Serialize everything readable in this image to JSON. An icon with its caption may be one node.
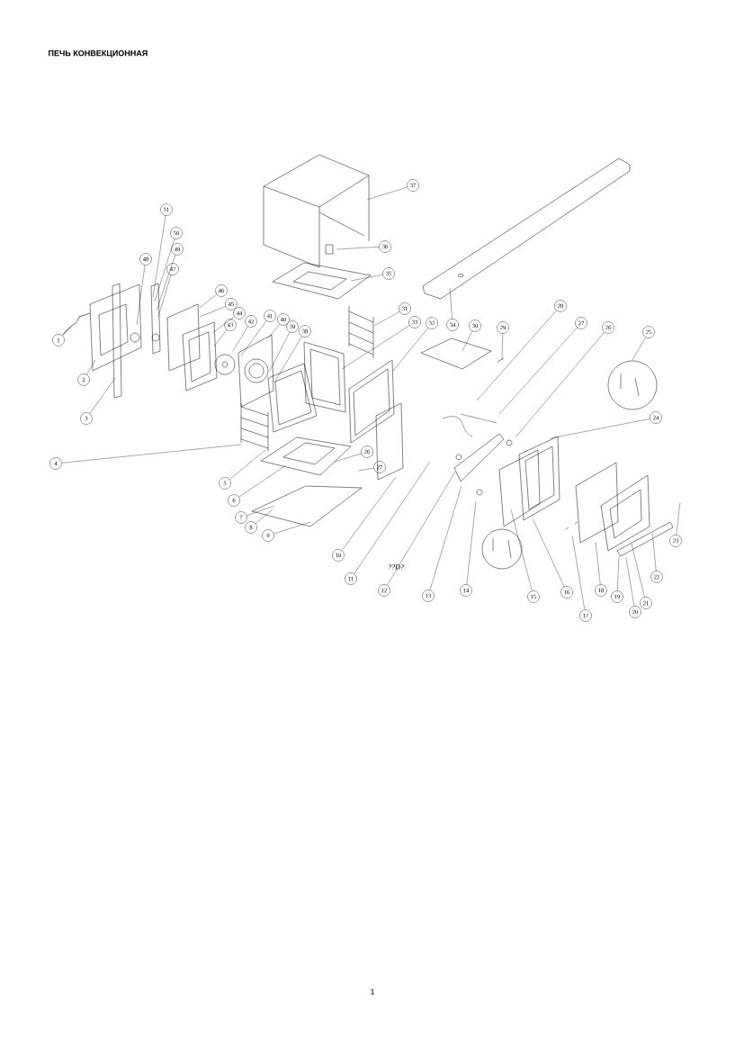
{
  "diagram": {
    "title": "ПЕЧЬ КОНВЕКЦИОННАЯ",
    "nodes": [
      {
        "text": [
          "37"
        ]
      },
      {
        "text": [
          "51"
        ]
      },
      {
        "text": [
          "50"
        ]
      },
      {
        "text": [
          "36"
        ]
      },
      {
        "text": [
          "49"
        ]
      },
      {
        "text": [
          "48"
        ]
      },
      {
        "text": [
          "47"
        ]
      },
      {
        "text": [
          "35"
        ]
      },
      {
        "text": [
          "46"
        ]
      },
      {
        "text": [
          "45"
        ]
      },
      {
        "text": [
          "44"
        ]
      },
      {
        "text": [
          "28"
        ]
      },
      {
        "text": [
          "31"
        ]
      },
      {
        "text": [
          "41"
        ]
      },
      {
        "text": [
          "40"
        ]
      },
      {
        "text": [
          "42"
        ]
      },
      {
        "text": [
          "43"
        ]
      },
      {
        "text": [
          "39"
        ]
      },
      {
        "text": [
          "38"
        ]
      },
      {
        "text": [
          "33"
        ]
      },
      {
        "text": [
          "32"
        ]
      },
      {
        "text": [
          "34"
        ]
      },
      {
        "text": [
          "30"
        ]
      },
      {
        "text": [
          "29"
        ]
      },
      {
        "text": [
          "27"
        ]
      },
      {
        "text": [
          "26"
        ]
      },
      {
        "text": [
          "25"
        ]
      },
      {
        "text": [
          "1"
        ]
      },
      {
        "text": [
          "2"
        ]
      },
      {
        "text": [
          "3"
        ]
      },
      {
        "text": [
          "24"
        ]
      },
      {
        "text": [
          "26"
        ]
      },
      {
        "text": [
          "4"
        ]
      },
      {
        "text": [
          "27"
        ]
      },
      {
        "text": [
          "5"
        ]
      },
      {
        "text": [
          "6"
        ]
      },
      {
        "text": [
          "7"
        ]
      },
      {
        "text": [
          "8"
        ]
      },
      {
        "text": [
          "9"
        ]
      },
      {
        "text": [
          "23"
        ]
      },
      {
        "text": [
          "10"
        ]
      },
      {
        "text": [
          "22"
        ]
      },
      {
        "text": [
          "11"
        ]
      },
      {
        "text": [
          "12"
        ]
      },
      {
        "text": [
          "14"
        ]
      },
      {
        "text": [
          "16"
        ]
      },
      {
        "text": [
          "18"
        ]
      },
      {
        "text": [
          "13"
        ]
      },
      {
        "text": [
          "15"
        ]
      },
      {
        "text": [
          "19"
        ]
      },
      {
        "text": [
          "21"
        ]
      },
      {
        "text": [
          "20"
        ]
      },
      {
        "text": [
          "17"
        ]
      }
    ],
    "edges": [
      {
        "from": 0,
        "to": null,
        "arrow": "none"
      },
      {
        "from": 1,
        "to": null,
        "arrow": "none"
      },
      {
        "from": 2,
        "to": null,
        "arrow": "none"
      },
      {
        "from": 3,
        "to": null,
        "arrow": "none"
      },
      {
        "from": 4,
        "to": null,
        "arrow": "none"
      },
      {
        "from": 5,
        "to": null,
        "arrow": "none"
      },
      {
        "from": 6,
        "to": null,
        "arrow": "none"
      },
      {
        "from": 7,
        "to": null,
        "arrow": "none"
      },
      {
        "from": 8,
        "to": null,
        "arrow": "none"
      },
      {
        "from": 9,
        "to": null,
        "arrow": "none"
      },
      {
        "from": 10,
        "to": null,
        "arrow": "none"
      },
      {
        "from": 11,
        "to": null,
        "arrow": "none"
      },
      {
        "from": 12,
        "to": null,
        "arrow": "none"
      },
      {
        "from": 13,
        "to": null,
        "arrow": "none"
      },
      {
        "from": 14,
        "to": null,
        "arrow": "none"
      },
      {
        "from": 15,
        "to": null,
        "arrow": "none"
      },
      {
        "from": 16,
        "to": null,
        "arrow": "none"
      },
      {
        "from": 17,
        "to": null,
        "arrow": "none"
      },
      {
        "from": 18,
        "to": null,
        "arrow": "none"
      },
      {
        "from": 19,
        "to": null,
        "arrow": "none"
      },
      {
        "from": 20,
        "to": null,
        "arrow": "none"
      },
      {
        "from": 21,
        "to": null,
        "arrow": "none"
      },
      {
        "from": 22,
        "to": null,
        "arrow": "none"
      },
      {
        "from": 23,
        "to": null,
        "arrow": "none"
      },
      {
        "from": 24,
        "to": null,
        "arrow": "none"
      },
      {
        "from": 25,
        "to": null,
        "arrow": "none"
      },
      {
        "from": 26,
        "to": null,
        "arrow": "none"
      },
      {
        "from": 27,
        "to": null,
        "arrow": "none"
      },
      {
        "from": 28,
        "to": null,
        "arrow": "none"
      },
      {
        "from": 29,
        "to": null,
        "arrow": "none"
      },
      {
        "from": 30,
        "to": null,
        "arrow": "none"
      },
      {
        "from": 31,
        "to": null,
        "arrow": "none"
      },
      {
        "from": 32,
        "to": null,
        "arrow": "none"
      },
      {
        "from": 33,
        "to": null,
        "arrow": "none"
      },
      {
        "from": 34,
        "to": null,
        "arrow": "none"
      },
      {
        "from": 35,
        "to": null,
        "arrow": "none"
      },
      {
        "from": 36,
        "to": null,
        "arrow": "none"
      },
      {
        "from": 37,
        "to": null,
        "arrow": "none"
      },
      {
        "from": 38,
        "to": null,
        "arrow": "none"
      },
      {
        "from": 39,
        "to": null,
        "arrow": "none"
      },
      {
        "from": 40,
        "to": null,
        "arrow": "none"
      },
      {
        "from": 41,
        "to": null,
        "arrow": "none"
      },
      {
        "from": 42,
        "to": null,
        "arrow": "none"
      },
      {
        "from": 43,
        "to": null,
        "arrow": "none"
      },
      {
        "from": 44,
        "to": null,
        "arrow": "none"
      },
      {
        "from": 45,
        "to": null,
        "arrow": "none"
      },
      {
        "from": 46,
        "to": null,
        "arrow": "none"
      },
      {
        "from": 47,
        "to": null,
        "arrow": "none"
      },
      {
        "from": 48,
        "to": null,
        "arrow": "none"
      },
      {
        "from": 49,
        "to": null,
        "arrow": "none"
      },
      {
        "from": 50,
        "to": null,
        "arrow": "none"
      },
      {
        "from": 51,
        "to": null,
        "arrow": "none"
      },
      {
        "from": 52,
        "to": null,
        "arrow": "none"
      }
    ],
    "labels": [
      "??D?",
      "1"
    ]
  }
}
